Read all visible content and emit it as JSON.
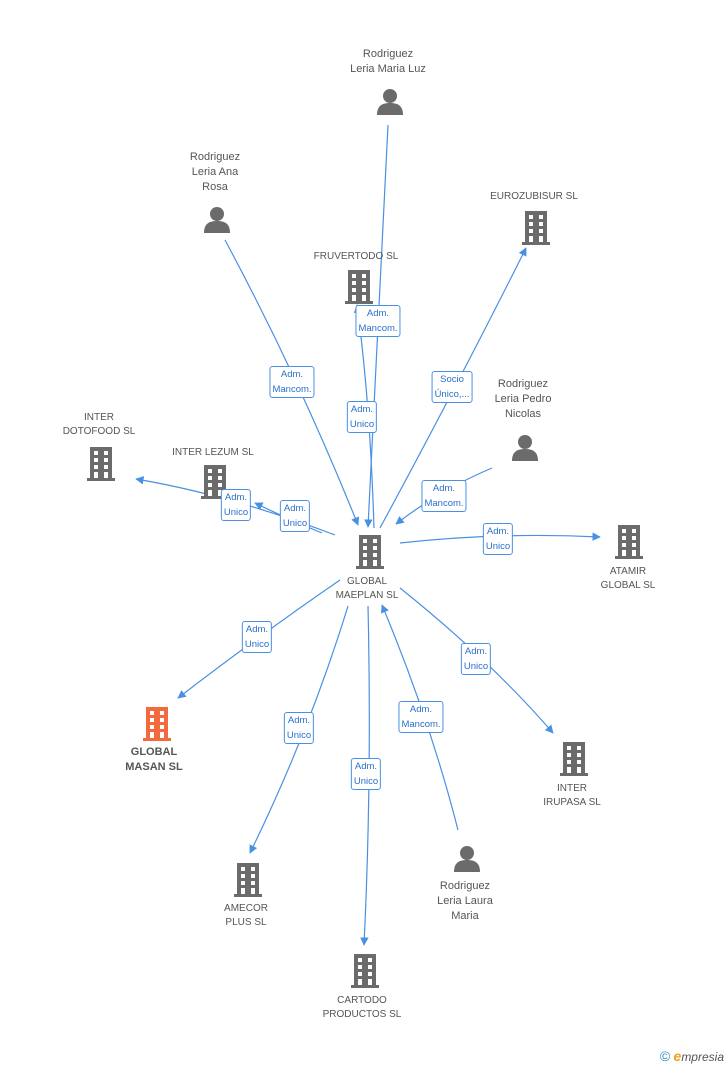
{
  "colors": {
    "edge": "#4a90e2",
    "icon": "#6b6b6b",
    "highlight": "#f26a3d"
  },
  "nodes": [
    {
      "id": "global_maeplan",
      "type": "company",
      "label": "GLOBAL\nMAEPLAN SL",
      "icon": "building-icon"
    },
    {
      "id": "leria_maria_luz",
      "type": "person",
      "label": "Rodriguez\nLeria Maria Luz",
      "icon": "person-icon"
    },
    {
      "id": "leria_ana_rosa",
      "type": "person",
      "label": "Rodriguez\nLeria Ana\nRosa",
      "icon": "person-icon"
    },
    {
      "id": "eurozubisur",
      "type": "company",
      "label": "EUROZUBISUR SL",
      "icon": "building-icon"
    },
    {
      "id": "fruvertodo",
      "type": "company",
      "label": "FRUVERTODO SL",
      "icon": "building-icon"
    },
    {
      "id": "leria_pedro_nicolas",
      "type": "person",
      "label": "Rodriguez\nLeria Pedro\nNicolas",
      "icon": "person-icon"
    },
    {
      "id": "inter_dotofood",
      "type": "company",
      "label": "INTER\nDOTOFOOD SL",
      "icon": "building-icon"
    },
    {
      "id": "inter_lezum",
      "type": "company",
      "label": "INTER LEZUM SL",
      "icon": "building-icon"
    },
    {
      "id": "atamir_global",
      "type": "company",
      "label": "ATAMIR\nGLOBAL SL",
      "icon": "building-icon"
    },
    {
      "id": "global_masan",
      "type": "company",
      "label": "GLOBAL\nMASAN SL",
      "icon": "building-icon",
      "highlight": true
    },
    {
      "id": "inter_irupasa",
      "type": "company",
      "label": "INTER\nIRUPASA SL",
      "icon": "building-icon"
    },
    {
      "id": "amecor_plus",
      "type": "company",
      "label": "AMECOR\nPLUS SL",
      "icon": "building-icon"
    },
    {
      "id": "leria_laura_maria",
      "type": "person",
      "label": "Rodriguez\nLeria Laura\nMaria",
      "icon": "person-icon"
    },
    {
      "id": "cartodo_productos",
      "type": "company",
      "label": "CARTODO\nPRODUCTOS SL",
      "icon": "building-icon"
    }
  ],
  "edges": [
    {
      "from": "leria_maria_luz",
      "to": "global_maeplan",
      "label": "Adm.\nMancom."
    },
    {
      "from": "leria_ana_rosa",
      "to": "global_maeplan",
      "label": "Adm.\nMancom."
    },
    {
      "from": "global_maeplan",
      "to": "fruvertodo",
      "label": "Adm.\nUnico"
    },
    {
      "from": "global_maeplan",
      "to": "eurozubisur",
      "label": "Socio\nÚnico,..."
    },
    {
      "from": "leria_pedro_nicolas",
      "to": "global_maeplan",
      "label": "Adm.\nMancom."
    },
    {
      "from": "global_maeplan",
      "to": "inter_dotofood",
      "label": "Adm.\nUnico"
    },
    {
      "from": "global_maeplan",
      "to": "inter_lezum",
      "label": "Adm.\nUnico"
    },
    {
      "from": "global_maeplan",
      "to": "atamir_global",
      "label": "Adm.\nUnico"
    },
    {
      "from": "global_maeplan",
      "to": "global_masan",
      "label": "Adm.\nUnico"
    },
    {
      "from": "global_maeplan",
      "to": "inter_irupasa",
      "label": "Adm.\nUnico"
    },
    {
      "from": "global_maeplan",
      "to": "amecor_plus",
      "label": "Adm.\nUnico"
    },
    {
      "from": "leria_laura_maria",
      "to": "global_maeplan",
      "label": "Adm.\nMancom."
    },
    {
      "from": "global_maeplan",
      "to": "cartodo_productos",
      "label": "Adm.\nUnico"
    }
  ],
  "footer": {
    "copyright_symbol": "©",
    "brand_initial": "e",
    "brand_rest": "mpresia"
  }
}
